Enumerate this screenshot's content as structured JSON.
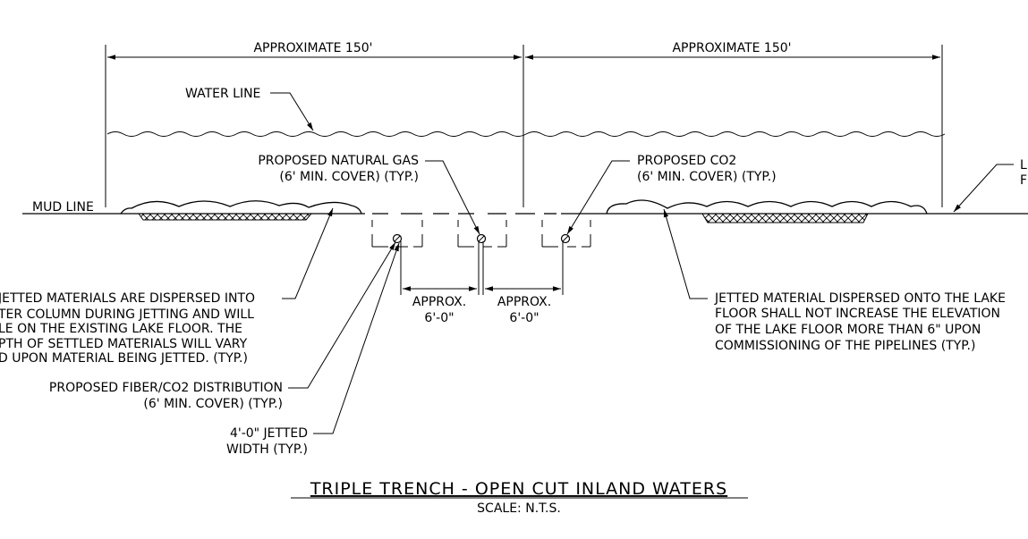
{
  "dimensions": {
    "left_span": "APPROXIMATE 150'",
    "right_span": "APPROXIMATE 150'",
    "spacing_left": [
      "APPROX.",
      "6'-0\""
    ],
    "spacing_right": [
      "APPROX.",
      "6'-0\""
    ]
  },
  "labels": {
    "water_line": "WATER LINE",
    "mud_line": "MUD LINE",
    "natural_gas": [
      "PROPOSED NATURAL GAS",
      "(6' MIN. COVER) (TYP.)"
    ],
    "co2": [
      "PROPOSED CO2",
      "(6' MIN. COVER) (TYP.)"
    ],
    "lake_floor_cut": [
      "L",
      "F"
    ],
    "jetted_left": [
      "JETTED MATERIALS ARE DISPERSED INTO",
      "TER COLUMN DURING JETTING AND WILL",
      "LE ON THE EXISTING LAKE FLOOR.  THE",
      "PTH OF SETTLED MATERIALS WILL VARY",
      "D UPON MATERIAL BEING JETTED. (TYP.)"
    ],
    "jetted_right": [
      "JETTED MATERIAL DISPERSED ONTO THE LAKE",
      "FLOOR SHALL NOT INCREASE THE ELEVATION",
      "OF THE LAKE FLOOR MORE THAN 6\" UPON",
      "COMMISSIONING OF THE PIPELINES (TYP.)"
    ],
    "fiber": [
      "PROPOSED FIBER/CO2 DISTRIBUTION",
      "(6' MIN. COVER) (TYP.)"
    ],
    "jetted_width": [
      "4'-0\" JETTED",
      "WIDTH (TYP.)"
    ]
  },
  "title": {
    "main": "TRIPLE TRENCH - OPEN CUT INLAND WATERS",
    "scale": "SCALE: N.T.S."
  }
}
